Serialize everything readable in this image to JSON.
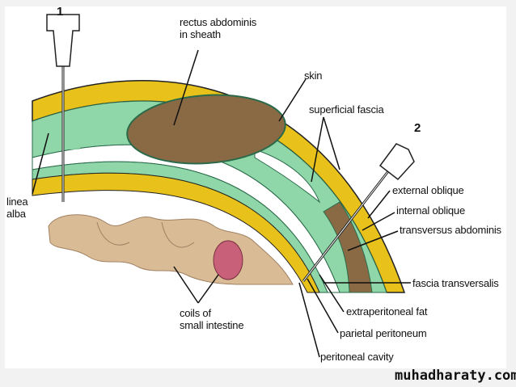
{
  "labels": {
    "needle1": "1",
    "needle2": "2",
    "rectus_line1": "rectus abdominis",
    "rectus_line2": "in sheath",
    "skin": "skin",
    "superficial_fascia": "superficial fascia",
    "linea_line1": "linea",
    "linea_line2": "alba",
    "external_oblique": "external oblique",
    "internal_oblique": "internal oblique",
    "transversus_abdominis": "transversus abdominis",
    "fascia_transversalis": "fascia transversalis",
    "extraperitoneal_fat": "extraperitoneal fat",
    "parietal_peritoneum": "parietal peritoneum",
    "peritoneal_cavity": "peritoneal cavity",
    "coils_line1": "coils of",
    "coils_line2": "small intestine"
  },
  "watermark": "muhadharaty.com",
  "colors": {
    "fat": "#e8c21a",
    "fascia": "#8fd6a8",
    "muscle": "#8a6a45",
    "intestine": "#d9bc96",
    "bowel_pink": "#c9607a"
  }
}
